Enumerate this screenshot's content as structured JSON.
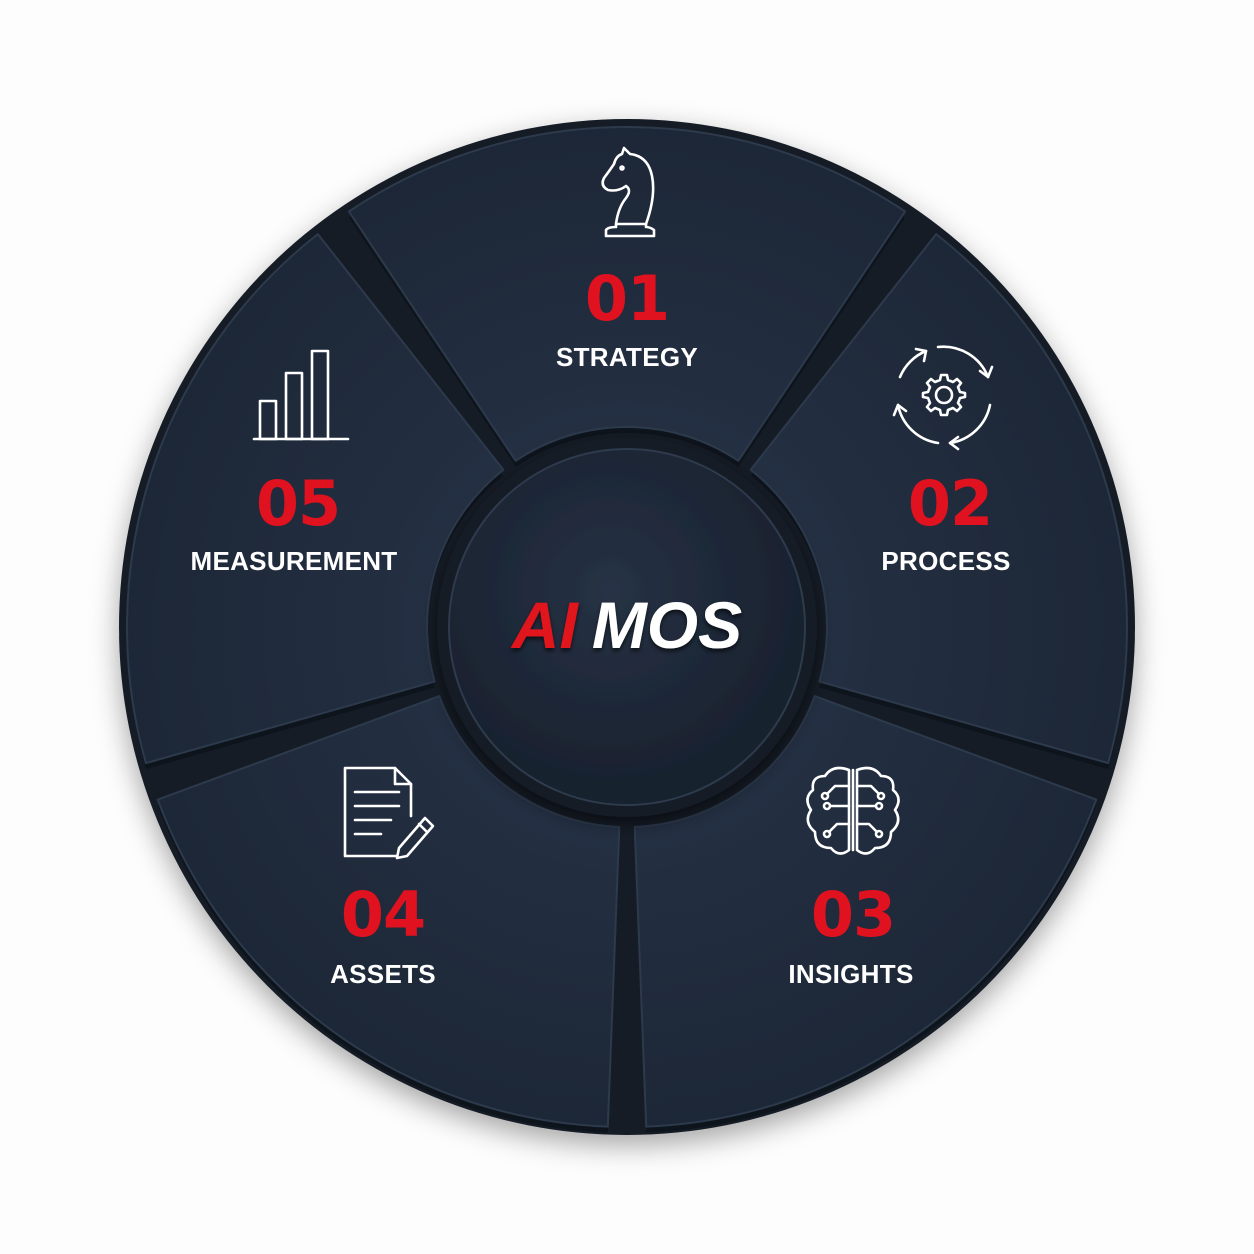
{
  "diagram": {
    "center": {
      "title_accent": "AI",
      "title_main": "MOS"
    },
    "colors": {
      "background": "#fdfdfd",
      "segment": "#212c3b",
      "segment_edge": "#2c3a4c",
      "gap": "#141b25",
      "hub": "#1d2735",
      "accent": "#e0121f",
      "label": "#ffffff"
    },
    "segments": [
      {
        "number": "01",
        "label": "STRATEGY",
        "icon": "chess-knight-icon"
      },
      {
        "number": "02",
        "label": "PROCESS",
        "icon": "gear-cycle-icon"
      },
      {
        "number": "03",
        "label": "INSIGHTS",
        "icon": "brain-circuit-icon"
      },
      {
        "number": "04",
        "label": "ASSETS",
        "icon": "document-pencil-icon"
      },
      {
        "number": "05",
        "label": "MEASUREMENT",
        "icon": "bar-chart-icon"
      }
    ]
  }
}
